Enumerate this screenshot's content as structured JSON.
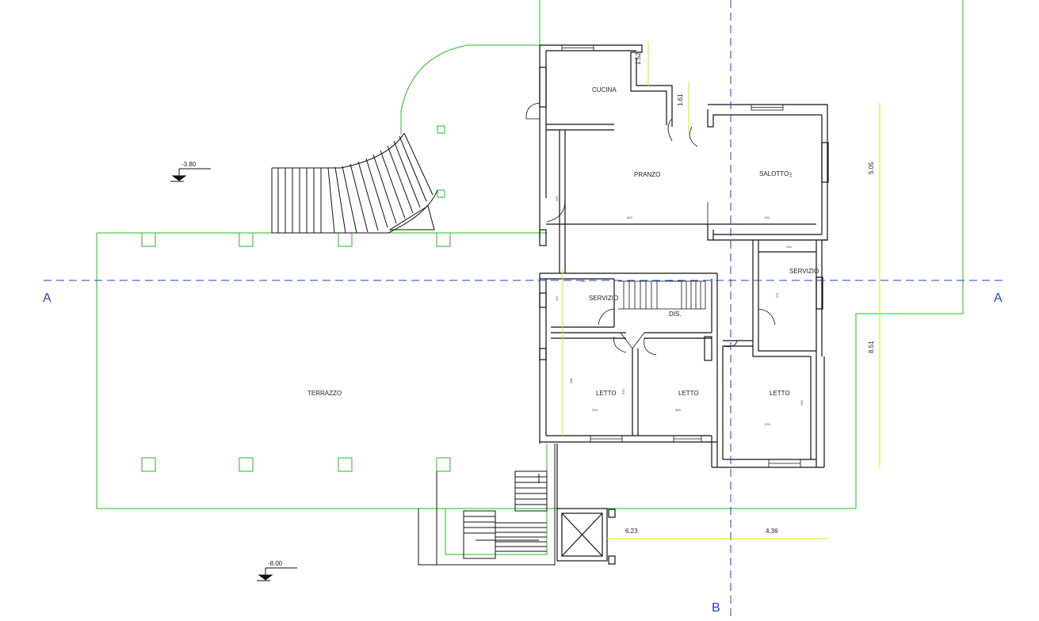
{
  "colors": {
    "wall": "#111111",
    "terrace": "#1fbf1f",
    "dimension": "#e6e600",
    "section_axis": "#1f3fcc"
  },
  "levels": {
    "upper": "-3.80",
    "lower": "-8.00"
  },
  "sections": {
    "horizontal_left": "A",
    "horizontal_right": "A",
    "vertical_bottom": "B"
  },
  "rooms": {
    "cucina": "CUCINA",
    "pranzo": "PRANZO",
    "salotto": "SALOTTO",
    "servizi_right": "SERVIZIO",
    "servizi_left": "SERVIZIO",
    "dis": "DIS.",
    "letto_1": "LETTO",
    "letto_2": "LETTO",
    "letto_3": "LETTO",
    "terrazzo": "TERRAZZO"
  },
  "dimensions": {
    "d_1_52": "1.52",
    "d_1_61": "1.61",
    "d_5_05": "5.05",
    "d_8_51": "8.51",
    "d_6_23": "6.23",
    "d_4_36": "4.36"
  },
  "internal_dims": {
    "pranzo_w": "603",
    "salotto_w": "411",
    "salotto_h": "345",
    "servizi_w": "214",
    "servizi_h": "271",
    "serv_left_w": "237",
    "serv_left_h": "257",
    "letto1_w": "376",
    "letto1_h": "386",
    "letto2_w": "383",
    "letto2_h": "370",
    "letto3_w": "376",
    "letto3_h": "330",
    "pranzo_h": "256"
  }
}
